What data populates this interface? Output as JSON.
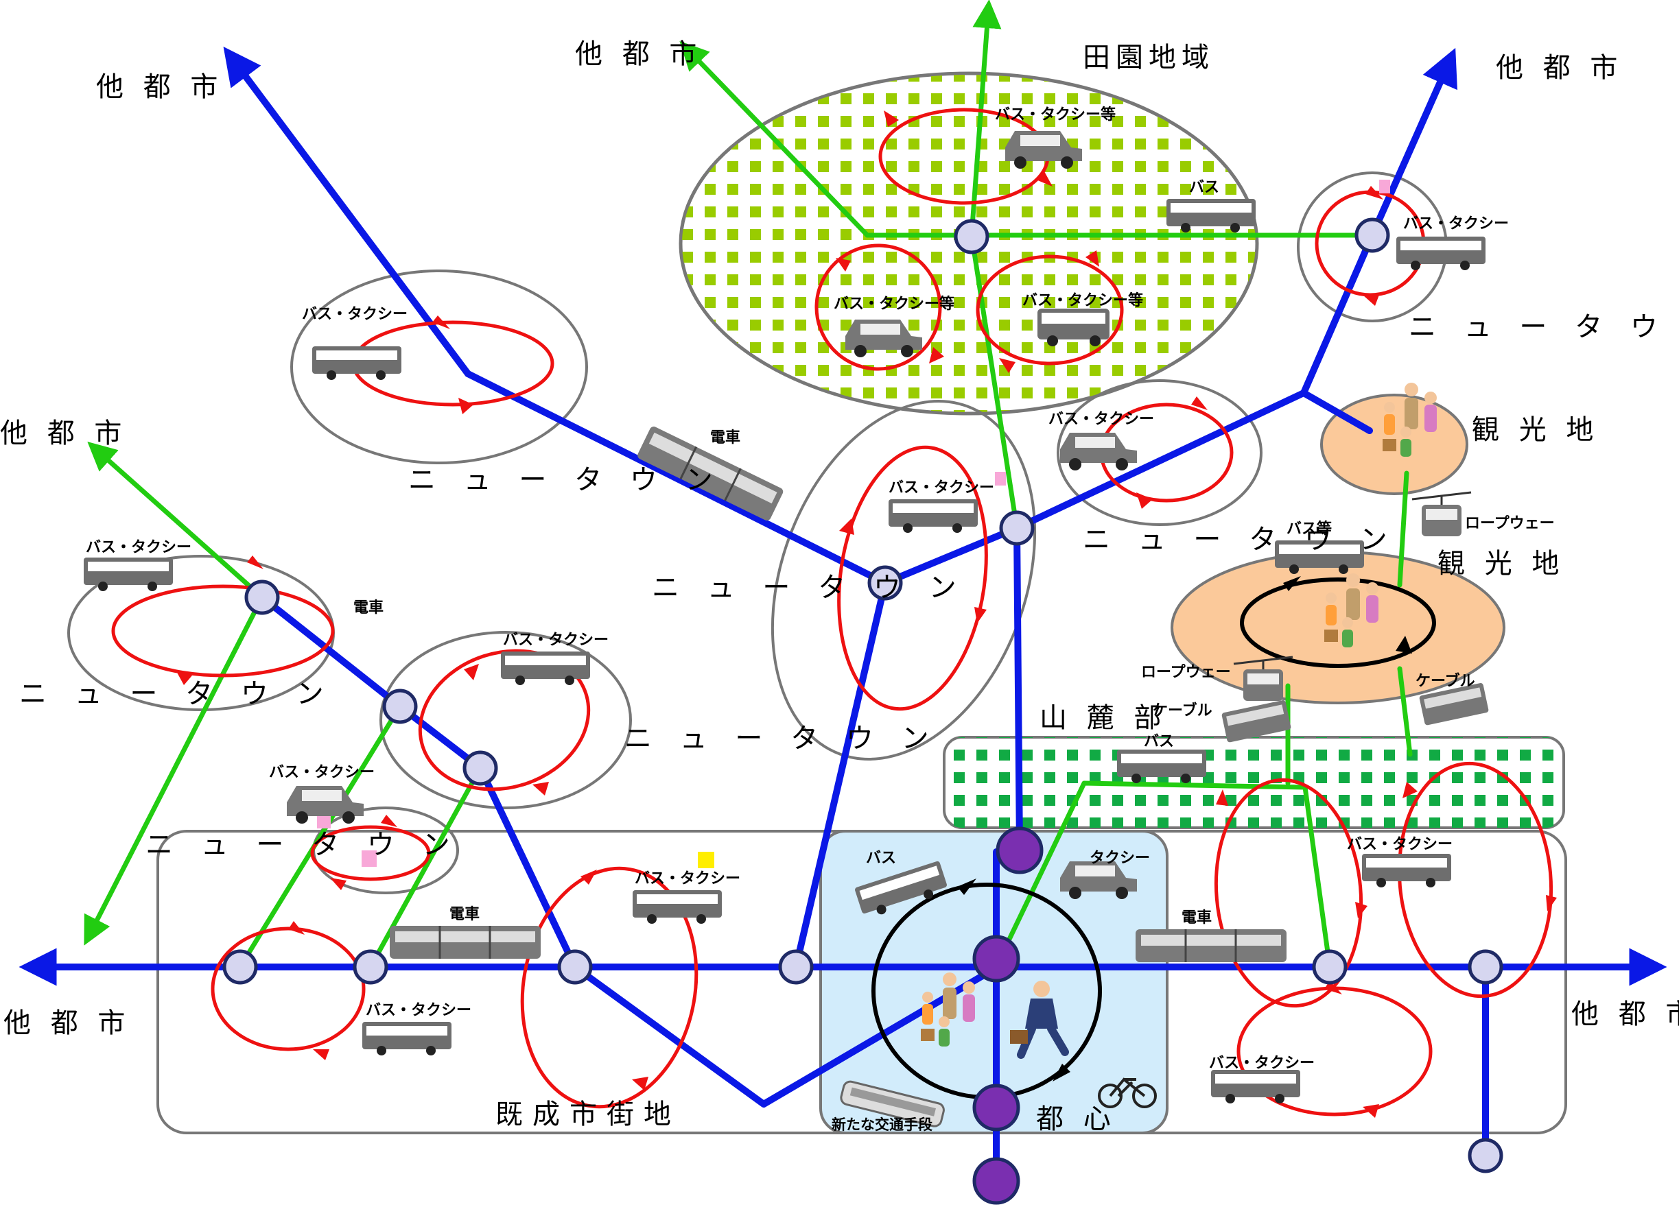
{
  "labels": {
    "other_city": "他 都 市",
    "new_town": "ニ ュ ー タ ウ ン",
    "rural_area": "田園地域",
    "tourist_spot": "観 光 地",
    "foothills": "山 麓 部",
    "existing_urban_area": "既成市街地",
    "city_center": "都 心",
    "new_transport": "新たな交通手段"
  },
  "vehicles": {
    "bus_taxi": "バス・タクシー",
    "bus_taxi_etc": "バス・タクシー等",
    "bus": "バス",
    "bus_etc": "バス等",
    "taxi": "タクシー",
    "train": "電車",
    "ropeway": "ロープウェー",
    "cable": "ケーブル"
  },
  "colors": {
    "trunk_line": "#0a18e6",
    "branch_line": "#22cc11",
    "circulation_loop": "#ee1111",
    "city_center_loop": "#000000",
    "node_fill": "#d6d6f0",
    "center_node_fill": "#7a2fb0",
    "rural_pattern": "#99cc00",
    "foothills_pattern": "#11aa44",
    "tourist_fill": "#fbc99a",
    "center_fill": "#d2ecfb",
    "zone_border": "#777777"
  },
  "icons": [
    "bus-icon",
    "taxi-icon",
    "train-icon",
    "ropeway-icon",
    "cable-car-icon",
    "people-icon",
    "businessman-icon",
    "bicycle-icon",
    "tram-icon"
  ]
}
